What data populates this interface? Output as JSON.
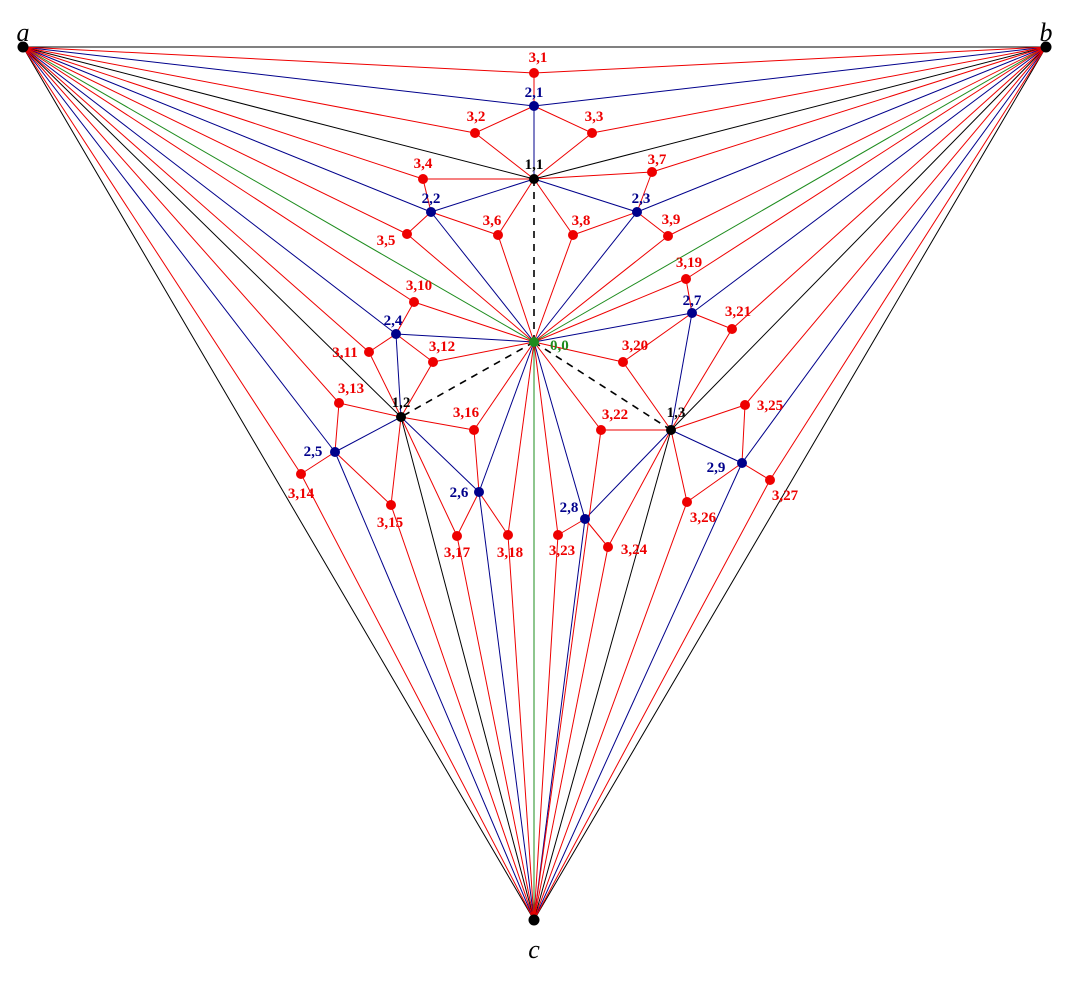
{
  "colors": {
    "black": "#000000",
    "red": "#ee0000",
    "blue": "#00008b",
    "green": "#1e8c1e"
  },
  "vertices": [
    {
      "id": "a",
      "label": "a",
      "kind": "corner"
    },
    {
      "id": "b",
      "label": "b",
      "kind": "corner"
    },
    {
      "id": "c",
      "label": "c",
      "kind": "corner"
    },
    {
      "id": "0,0",
      "label": "0,0",
      "kind": "green"
    },
    {
      "id": "1,1",
      "label": "1,1",
      "kind": "black"
    },
    {
      "id": "1,2",
      "label": "1,2",
      "kind": "black"
    },
    {
      "id": "1,3",
      "label": "1,3",
      "kind": "black"
    },
    {
      "id": "2,1",
      "label": "2,1",
      "kind": "blue"
    },
    {
      "id": "2,2",
      "label": "2,2",
      "kind": "blue"
    },
    {
      "id": "2,3",
      "label": "2,3",
      "kind": "blue"
    },
    {
      "id": "2,4",
      "label": "2,4",
      "kind": "blue"
    },
    {
      "id": "2,5",
      "label": "2,5",
      "kind": "blue"
    },
    {
      "id": "2,6",
      "label": "2,6",
      "kind": "blue"
    },
    {
      "id": "2,7",
      "label": "2,7",
      "kind": "blue"
    },
    {
      "id": "2,8",
      "label": "2,8",
      "kind": "blue"
    },
    {
      "id": "2,9",
      "label": "2,9",
      "kind": "blue"
    },
    {
      "id": "3,1",
      "label": "3,1",
      "kind": "red"
    },
    {
      "id": "3,2",
      "label": "3,2",
      "kind": "red"
    },
    {
      "id": "3,3",
      "label": "3,3",
      "kind": "red"
    },
    {
      "id": "3,4",
      "label": "3,4",
      "kind": "red"
    },
    {
      "id": "3,5",
      "label": "3,5",
      "kind": "red"
    },
    {
      "id": "3,6",
      "label": "3,6",
      "kind": "red"
    },
    {
      "id": "3,7",
      "label": "3,7",
      "kind": "red"
    },
    {
      "id": "3,8",
      "label": "3,8",
      "kind": "red"
    },
    {
      "id": "3,9",
      "label": "3,9",
      "kind": "red"
    },
    {
      "id": "3,10",
      "label": "3,10",
      "kind": "red"
    },
    {
      "id": "3,11",
      "label": "3,11",
      "kind": "red"
    },
    {
      "id": "3,12",
      "label": "3,12",
      "kind": "red"
    },
    {
      "id": "3,13",
      "label": "3,13",
      "kind": "red"
    },
    {
      "id": "3,14",
      "label": "3,14",
      "kind": "red"
    },
    {
      "id": "3,15",
      "label": "3,15",
      "kind": "red"
    },
    {
      "id": "3,16",
      "label": "3,16",
      "kind": "red"
    },
    {
      "id": "3,17",
      "label": "3,17",
      "kind": "red"
    },
    {
      "id": "3,18",
      "label": "3,18",
      "kind": "red"
    },
    {
      "id": "3,19",
      "label": "3,19",
      "kind": "red"
    },
    {
      "id": "3,20",
      "label": "3,20",
      "kind": "red"
    },
    {
      "id": "3,21",
      "label": "3,21",
      "kind": "red"
    },
    {
      "id": "3,22",
      "label": "3,22",
      "kind": "red"
    },
    {
      "id": "3,23",
      "label": "3,23",
      "kind": "red"
    },
    {
      "id": "3,24",
      "label": "3,24",
      "kind": "red"
    },
    {
      "id": "3,25",
      "label": "3,25",
      "kind": "red"
    },
    {
      "id": "3,26",
      "label": "3,26",
      "kind": "red"
    },
    {
      "id": "3,27",
      "label": "3,27",
      "kind": "red"
    }
  ],
  "edges": [
    [
      "a",
      "b",
      "black"
    ],
    [
      "a",
      "c",
      "black"
    ],
    [
      "b",
      "c",
      "black"
    ],
    [
      "0,0",
      "1,1",
      "dashed"
    ],
    [
      "0,0",
      "1,2",
      "dashed"
    ],
    [
      "0,0",
      "1,3",
      "dashed"
    ],
    [
      "a",
      "1,1",
      "black"
    ],
    [
      "b",
      "1,1",
      "black"
    ],
    [
      "a",
      "1,2",
      "black"
    ],
    [
      "c",
      "1,2",
      "black"
    ],
    [
      "b",
      "1,3",
      "black"
    ],
    [
      "c",
      "1,3",
      "black"
    ],
    [
      "a",
      "0,0",
      "green"
    ],
    [
      "b",
      "0,0",
      "green"
    ],
    [
      "c",
      "0,0",
      "green"
    ],
    [
      "a",
      "2,1",
      "blue"
    ],
    [
      "b",
      "2,1",
      "blue"
    ],
    [
      "1,1",
      "2,1",
      "blue"
    ],
    [
      "a",
      "2,2",
      "blue"
    ],
    [
      "1,1",
      "2,2",
      "blue"
    ],
    [
      "0,0",
      "2,2",
      "blue"
    ],
    [
      "b",
      "2,3",
      "blue"
    ],
    [
      "1,1",
      "2,3",
      "blue"
    ],
    [
      "0,0",
      "2,3",
      "blue"
    ],
    [
      "a",
      "2,4",
      "blue"
    ],
    [
      "1,2",
      "2,4",
      "blue"
    ],
    [
      "0,0",
      "2,4",
      "blue"
    ],
    [
      "a",
      "2,5",
      "blue"
    ],
    [
      "c",
      "2,5",
      "blue"
    ],
    [
      "1,2",
      "2,5",
      "blue"
    ],
    [
      "c",
      "2,6",
      "blue"
    ],
    [
      "1,2",
      "2,6",
      "blue"
    ],
    [
      "0,0",
      "2,6",
      "blue"
    ],
    [
      "b",
      "2,7",
      "blue"
    ],
    [
      "1,3",
      "2,7",
      "blue"
    ],
    [
      "0,0",
      "2,7",
      "blue"
    ],
    [
      "c",
      "2,8",
      "blue"
    ],
    [
      "1,3",
      "2,8",
      "blue"
    ],
    [
      "0,0",
      "2,8",
      "blue"
    ],
    [
      "b",
      "2,9",
      "blue"
    ],
    [
      "c",
      "2,9",
      "blue"
    ],
    [
      "1,3",
      "2,9",
      "blue"
    ],
    [
      "a",
      "3,1",
      "red"
    ],
    [
      "b",
      "3,1",
      "red"
    ],
    [
      "2,1",
      "3,1",
      "red"
    ],
    [
      "a",
      "3,2",
      "red"
    ],
    [
      "2,1",
      "3,2",
      "red"
    ],
    [
      "1,1",
      "3,2",
      "red"
    ],
    [
      "b",
      "3,3",
      "red"
    ],
    [
      "2,1",
      "3,3",
      "red"
    ],
    [
      "1,1",
      "3,3",
      "red"
    ],
    [
      "a",
      "3,4",
      "red"
    ],
    [
      "1,1",
      "3,4",
      "red"
    ],
    [
      "2,2",
      "3,4",
      "red"
    ],
    [
      "a",
      "3,5",
      "red"
    ],
    [
      "2,2",
      "3,5",
      "red"
    ],
    [
      "0,0",
      "3,5",
      "red"
    ],
    [
      "1,1",
      "3,6",
      "red"
    ],
    [
      "2,2",
      "3,6",
      "red"
    ],
    [
      "0,0",
      "3,6",
      "red"
    ],
    [
      "b",
      "3,7",
      "red"
    ],
    [
      "1,1",
      "3,7",
      "red"
    ],
    [
      "2,3",
      "3,7",
      "red"
    ],
    [
      "1,1",
      "3,8",
      "red"
    ],
    [
      "2,3",
      "3,8",
      "red"
    ],
    [
      "0,0",
      "3,8",
      "red"
    ],
    [
      "b",
      "3,9",
      "red"
    ],
    [
      "2,3",
      "3,9",
      "red"
    ],
    [
      "0,0",
      "3,9",
      "red"
    ],
    [
      "a",
      "3,10",
      "red"
    ],
    [
      "2,4",
      "3,10",
      "red"
    ],
    [
      "0,0",
      "3,10",
      "red"
    ],
    [
      "a",
      "3,11",
      "red"
    ],
    [
      "2,4",
      "3,11",
      "red"
    ],
    [
      "1,2",
      "3,11",
      "red"
    ],
    [
      "2,4",
      "3,12",
      "red"
    ],
    [
      "1,2",
      "3,12",
      "red"
    ],
    [
      "0,0",
      "3,12",
      "red"
    ],
    [
      "a",
      "3,13",
      "red"
    ],
    [
      "1,2",
      "3,13",
      "red"
    ],
    [
      "2,5",
      "3,13",
      "red"
    ],
    [
      "a",
      "3,14",
      "red"
    ],
    [
      "c",
      "3,14",
      "red"
    ],
    [
      "2,5",
      "3,14",
      "red"
    ],
    [
      "c",
      "3,15",
      "red"
    ],
    [
      "2,5",
      "3,15",
      "red"
    ],
    [
      "1,2",
      "3,15",
      "red"
    ],
    [
      "1,2",
      "3,16",
      "red"
    ],
    [
      "2,6",
      "3,16",
      "red"
    ],
    [
      "0,0",
      "3,16",
      "red"
    ],
    [
      "c",
      "3,17",
      "red"
    ],
    [
      "1,2",
      "3,17",
      "red"
    ],
    [
      "2,6",
      "3,17",
      "red"
    ],
    [
      "c",
      "3,18",
      "red"
    ],
    [
      "2,6",
      "3,18",
      "red"
    ],
    [
      "0,0",
      "3,18",
      "red"
    ],
    [
      "b",
      "3,19",
      "red"
    ],
    [
      "2,7",
      "3,19",
      "red"
    ],
    [
      "0,0",
      "3,19",
      "red"
    ],
    [
      "2,7",
      "3,20",
      "red"
    ],
    [
      "1,3",
      "3,20",
      "red"
    ],
    [
      "0,0",
      "3,20",
      "red"
    ],
    [
      "b",
      "3,21",
      "red"
    ],
    [
      "2,7",
      "3,21",
      "red"
    ],
    [
      "1,3",
      "3,21",
      "red"
    ],
    [
      "1,3",
      "3,22",
      "red"
    ],
    [
      "c",
      "3,22",
      "red"
    ],
    [
      "0,0",
      "3,22",
      "red"
    ],
    [
      "c",
      "3,23",
      "red"
    ],
    [
      "2,8",
      "3,23",
      "red"
    ],
    [
      "0,0",
      "3,23",
      "red"
    ],
    [
      "c",
      "3,24",
      "red"
    ],
    [
      "2,8",
      "3,24",
      "red"
    ],
    [
      "1,3",
      "3,24",
      "red"
    ],
    [
      "b",
      "3,25",
      "red"
    ],
    [
      "1,3",
      "3,25",
      "red"
    ],
    [
      "2,9",
      "3,25",
      "red"
    ],
    [
      "c",
      "3,26",
      "red"
    ],
    [
      "1,3",
      "3,26",
      "red"
    ],
    [
      "2,9",
      "3,26",
      "red"
    ],
    [
      "b",
      "3,27",
      "red"
    ],
    [
      "c",
      "3,27",
      "red"
    ],
    [
      "2,9",
      "3,27",
      "red"
    ]
  ]
}
